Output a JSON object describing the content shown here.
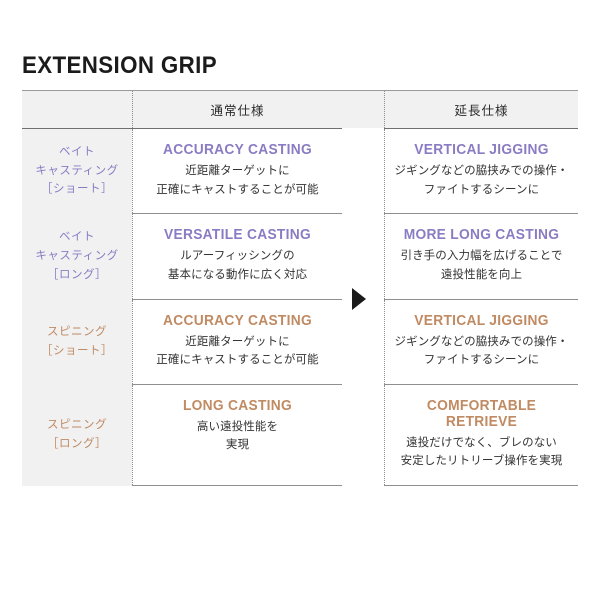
{
  "page": {
    "title": "EXTENSION GRIP",
    "background": "#ffffff"
  },
  "colors": {
    "purple": "#8a7cc3",
    "tan": "#c08a62",
    "label_band": "#f1f1f2",
    "rule": "#6f6f6f",
    "body_text": "#333333",
    "arrow": "#1b1b1b"
  },
  "table": {
    "headers": {
      "label": "",
      "normal": "通常仕様",
      "gap": "",
      "extension": "延長仕様"
    },
    "arrow_icon": "triangle-right-icon",
    "rows": [
      {
        "accent": "purple",
        "label_lines": [
          "ベイト",
          "キャスティング",
          "［ショート］"
        ],
        "normal": {
          "title": "ACCURACY CASTING",
          "desc_lines": [
            "近距離ターゲットに",
            "正確にキャストすることが可能"
          ]
        },
        "extension": {
          "title": "VERTICAL JIGGING",
          "desc_lines": [
            "ジギングなどの脇挟みでの操作・",
            "ファイトするシーンに"
          ]
        }
      },
      {
        "accent": "purple",
        "label_lines": [
          "ベイト",
          "キャスティング",
          "［ロング］"
        ],
        "normal": {
          "title": "VERSATILE CASTING",
          "desc_lines": [
            "ルアーフィッシングの",
            "基本になる動作に広く対応"
          ]
        },
        "extension": {
          "title": "MORE LONG CASTING",
          "desc_lines": [
            "引き手の入力幅を広げることで",
            "遠投性能を向上"
          ]
        }
      },
      {
        "accent": "tan",
        "label_lines": [
          "スピニング",
          "［ショート］"
        ],
        "normal": {
          "title": "ACCURACY CASTING",
          "desc_lines": [
            "近距離ターゲットに",
            "正確にキャストすることが可能"
          ]
        },
        "extension": {
          "title": "VERTICAL JIGGING",
          "desc_lines": [
            "ジギングなどの脇挟みでの操作・",
            "ファイトするシーンに"
          ]
        }
      },
      {
        "accent": "tan",
        "label_lines": [
          "スピニング",
          "［ロング］"
        ],
        "normal": {
          "title": "LONG CASTING",
          "desc_lines": [
            "高い遠投性能を",
            "実現"
          ]
        },
        "extension": {
          "title": "COMFORTABLE RETRIEVE",
          "desc_lines": [
            "遠投だけでなく、ブレのない",
            "安定したリトリーブ操作を実現"
          ]
        }
      }
    ]
  }
}
